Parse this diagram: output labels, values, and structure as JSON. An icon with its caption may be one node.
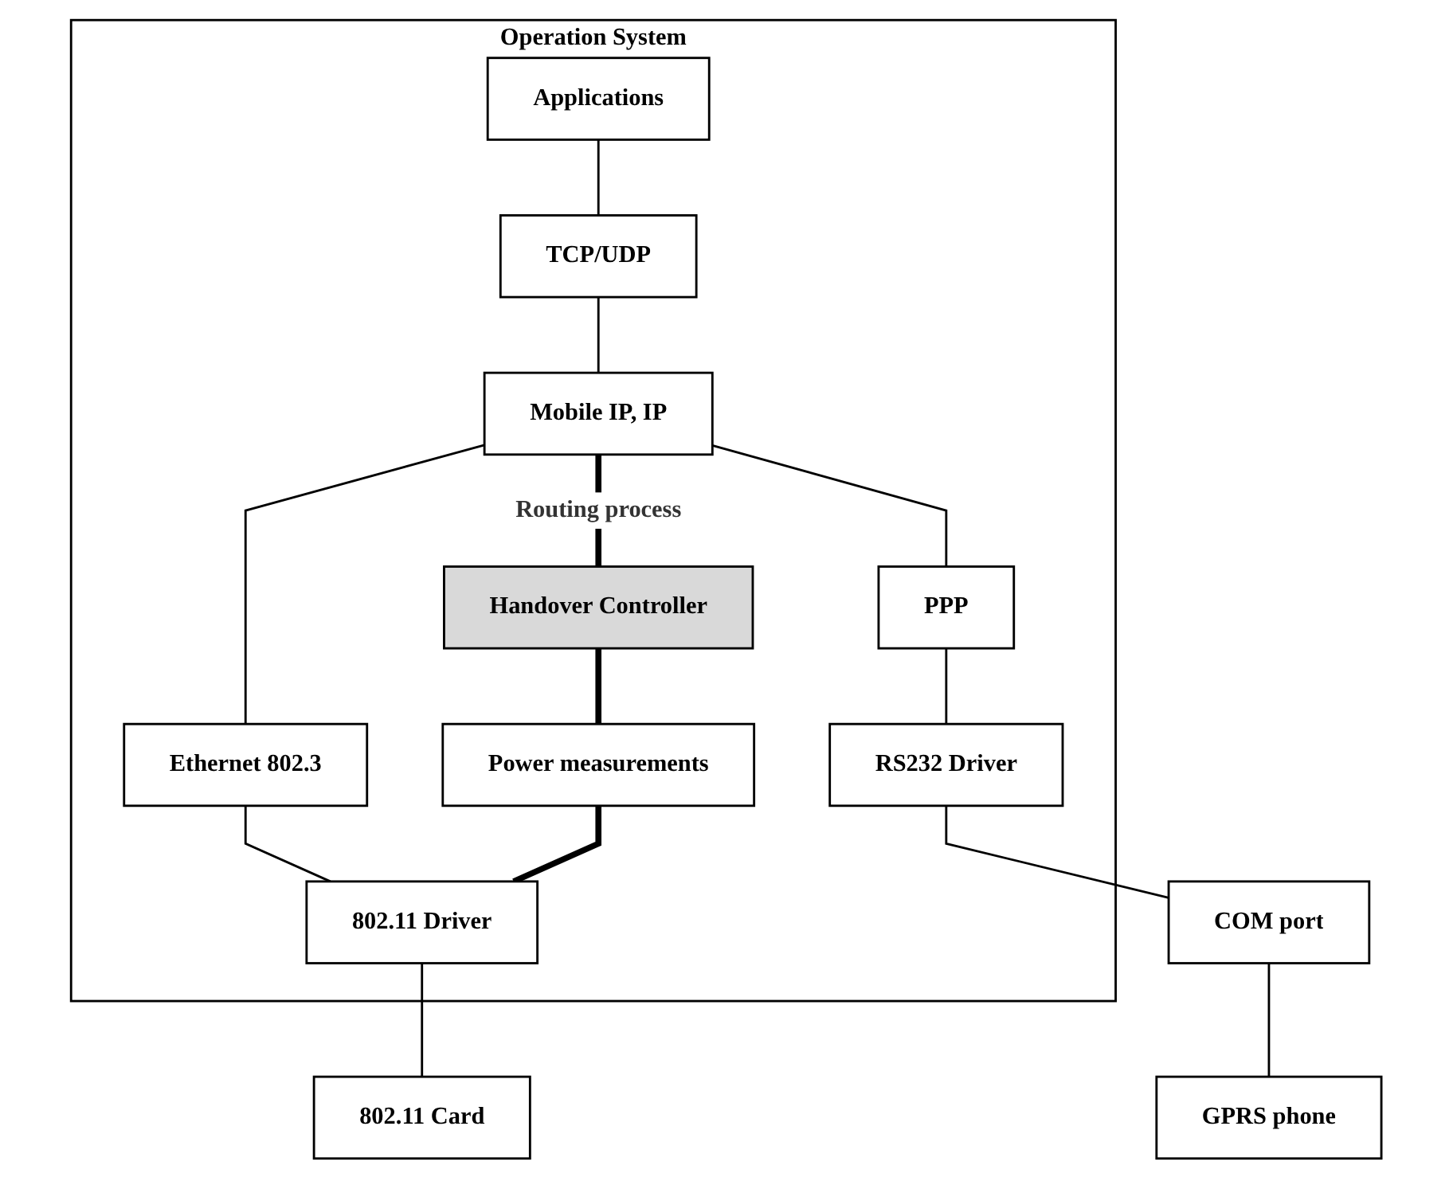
{
  "diagram": {
    "nodes": [
      {
        "text": [
          "Operation System"
        ]
      },
      {
        "text": [
          "Applications"
        ],
        "in": 0
      },
      {
        "text": [
          "TCP/UDP"
        ],
        "in": 0
      },
      {
        "text": [
          "Handover Controller"
        ],
        "in": 0
      },
      {
        "text": [
          "Mobile IP, IP"
        ],
        "in": 0
      },
      {
        "text": [
          "Power measurements"
        ],
        "in": 0
      },
      {
        "text": [
          "PPP"
        ],
        "in": 0
      },
      {
        "text": [
          "Ethernet 802.3"
        ],
        "in": 0
      },
      {
        "text": [
          "RS232 Driver"
        ],
        "in": 0
      },
      {
        "text": [
          "802.11 Driver"
        ],
        "in": 0
      },
      {
        "text": [
          "COM port"
        ]
      },
      {
        "text": [
          "802.11 Card"
        ]
      },
      {
        "text": [
          "GPRS phone"
        ]
      }
    ],
    "edges": [
      {
        "from": 1,
        "to": 2,
        "arrow": "none"
      },
      {
        "from": 2,
        "to": 4,
        "arrow": "none"
      },
      {
        "from": 4,
        "to": 3,
        "arrow": "none",
        "label": "Routing process",
        "style": "thick"
      },
      {
        "from": 3,
        "to": 5,
        "arrow": "none",
        "style": "thick"
      },
      {
        "from": 4,
        "to": 6,
        "arrow": "none"
      },
      {
        "from": 4,
        "to": 7,
        "arrow": "none"
      },
      {
        "from": 6,
        "to": 8,
        "arrow": "none"
      },
      {
        "from": 7,
        "to": 9,
        "arrow": "none"
      },
      {
        "from": 5,
        "to": 9,
        "arrow": "none",
        "style": "thick"
      },
      {
        "from": 8,
        "to": 10,
        "arrow": "none"
      },
      {
        "from": 9,
        "to": 11,
        "arrow": "none"
      },
      {
        "from": 10,
        "to": 12,
        "arrow": "none"
      }
    ]
  }
}
